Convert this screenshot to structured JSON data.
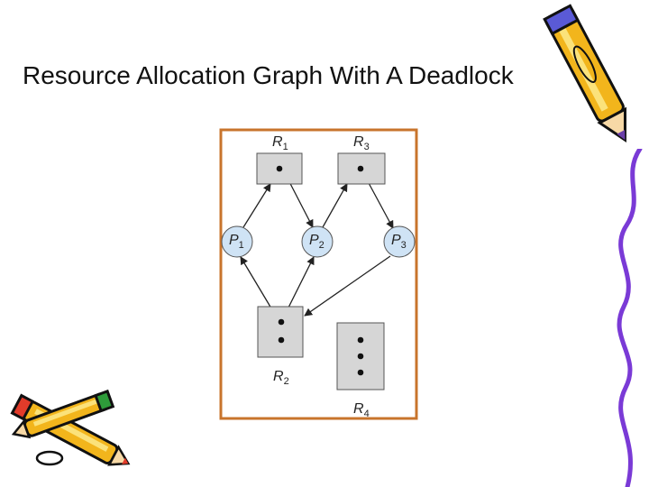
{
  "slide": {
    "title": "Resource Allocation Graph With A Deadlock"
  },
  "diagram": {
    "resources": [
      {
        "id": "R1",
        "letter": "R",
        "sub": "1",
        "instances": 1
      },
      {
        "id": "R3",
        "letter": "R",
        "sub": "3",
        "instances": 1
      },
      {
        "id": "R2",
        "letter": "R",
        "sub": "2",
        "instances": 2
      },
      {
        "id": "R4",
        "letter": "R",
        "sub": "4",
        "instances": 3
      }
    ],
    "processes": [
      {
        "id": "P1",
        "letter": "P",
        "sub": "1"
      },
      {
        "id": "P2",
        "letter": "P",
        "sub": "2"
      },
      {
        "id": "P3",
        "letter": "P",
        "sub": "3"
      }
    ],
    "edges": [
      {
        "from": "P1",
        "to": "R1",
        "kind": "request"
      },
      {
        "from": "R1",
        "to": "P2",
        "kind": "assignment"
      },
      {
        "from": "P2",
        "to": "R3",
        "kind": "request"
      },
      {
        "from": "R3",
        "to": "P3",
        "kind": "assignment"
      },
      {
        "from": "P3",
        "to": "R2",
        "kind": "request"
      },
      {
        "from": "R2",
        "to": "P1",
        "kind": "assignment"
      },
      {
        "from": "R2",
        "to": "P2",
        "kind": "assignment"
      }
    ]
  },
  "colors": {
    "frame": "#c8742c",
    "resource_fill": "#d6d6d6",
    "process_fill": "#cfe3f5",
    "edge": "#222222",
    "pencil_body": "#f2b51c",
    "pencil_tip": "#e23b2a"
  },
  "decorations": [
    "pencil-icon",
    "squiggle-line"
  ]
}
